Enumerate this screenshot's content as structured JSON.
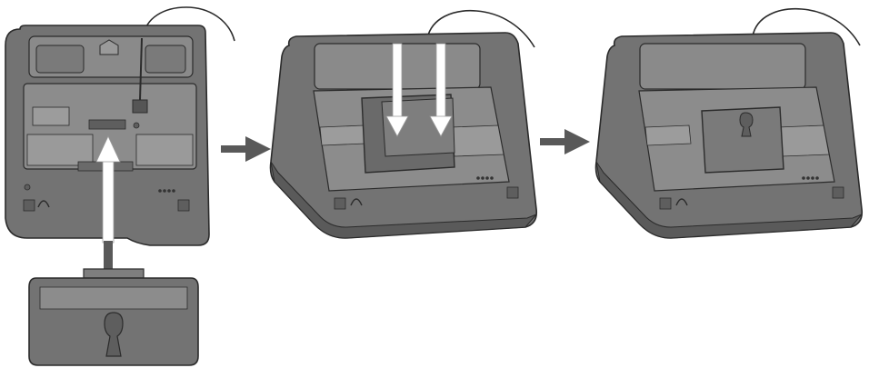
{
  "diagram": {
    "steps": [
      {
        "id": "step-1",
        "device": "telephone-base-underside",
        "accessory": "wall-mount-bracket",
        "action": "slide-bracket-up-into-slot"
      },
      {
        "id": "step-2",
        "device": "telephone-base-underside",
        "accessory": "wall-mount-bracket",
        "action": "press-bracket-down-until-it-clicks"
      },
      {
        "id": "step-3",
        "device": "telephone-base-underside",
        "accessory": "wall-mount-bracket",
        "action": "bracket-installed"
      }
    ],
    "arrows": [
      "right-arrow-icon",
      "right-arrow-icon"
    ],
    "colors": {
      "body": "#737373",
      "body_dark": "#5a5a5a",
      "panel": "#8c8c8c",
      "panel_light": "#a3a3a3",
      "outline": "#2b2b2b",
      "arrow_white": "#ffffff",
      "arrow_gray": "#595959"
    }
  }
}
